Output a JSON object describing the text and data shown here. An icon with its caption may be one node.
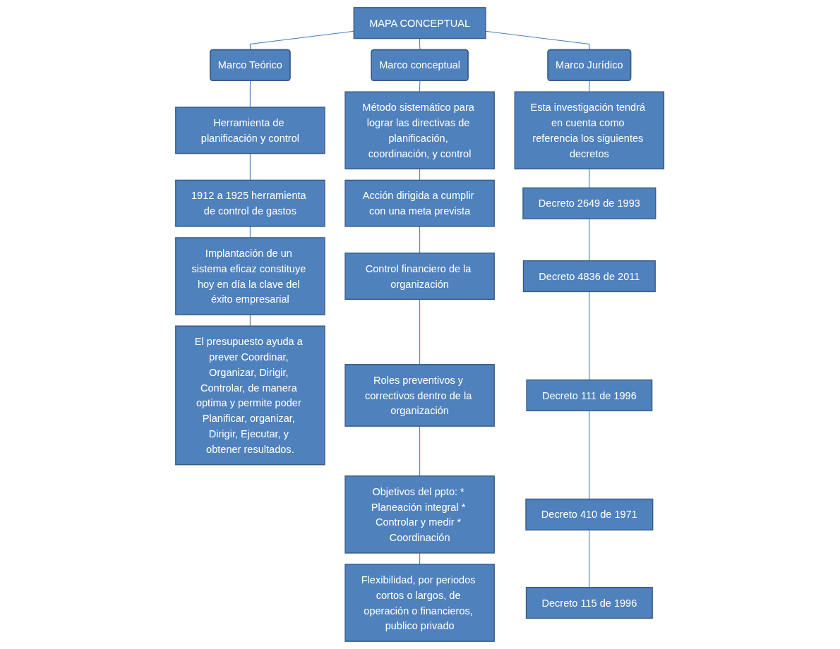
{
  "diagram": {
    "nodes": [
      {
        "text": [
          "MAPA CONCEPTUAL"
        ]
      },
      {
        "text": [
          "Marco Teórico"
        ]
      },
      {
        "text": [
          "Marco conceptual"
        ]
      },
      {
        "text": [
          "Marco Jurídico"
        ]
      },
      {
        "text": [
          "Herramienta de planificación y control"
        ]
      },
      {
        "text": [
          "1912 a 1925 herramienta de control de gastos"
        ]
      },
      {
        "text": [
          "Implantación de un sistema eficaz constituye hoy en día la clave del éxito empresarial"
        ]
      },
      {
        "text": [
          "El presupuesto ayuda a prever Coordinar, Organizar, Dirigir, Controlar, de manera optima y permite poder Planificar, organizar, Dirigir, Ejecutar, y obtener resultados."
        ]
      },
      {
        "text": [
          "Método sistemático para lograr las directivas de planificación, coordinación, y control"
        ]
      },
      {
        "text": [
          "Acción dirigida a cumplir con una meta prevista"
        ]
      },
      {
        "text": [
          "Control financiero de la organización"
        ]
      },
      {
        "text": [
          "Roles preventivos y correctivos dentro de la organización"
        ]
      },
      {
        "text": [
          "Objetivos del ppto: * Planeación integral * Controlar y medir * Coordinación"
        ]
      },
      {
        "text": [
          "Flexibilidad, por periodos cortos o largos, de operación o financieros, publico privado"
        ]
      },
      {
        "text": [
          "Esta investigación tendrá en cuenta como referencia los siguientes decretos"
        ]
      },
      {
        "text": [
          "Decreto 2649 de 1993"
        ]
      },
      {
        "text": [
          "Decreto 4836 de 2011"
        ]
      },
      {
        "text": [
          "Decreto 111 de 1996"
        ]
      },
      {
        "text": [
          "Decreto 410 de 1971"
        ]
      },
      {
        "text": [
          "Decreto 115 de 1996"
        ]
      }
    ],
    "edges": [
      {
        "from": 0,
        "to": 1,
        "arrow": "none"
      },
      {
        "from": 0,
        "to": 2,
        "arrow": "none"
      },
      {
        "from": 0,
        "to": 3,
        "arrow": "none"
      },
      {
        "from": 1,
        "to": 4,
        "arrow": "none"
      },
      {
        "from": 4,
        "to": 5,
        "arrow": "none"
      },
      {
        "from": 5,
        "to": 6,
        "arrow": "none"
      },
      {
        "from": 6,
        "to": 7,
        "arrow": "none"
      },
      {
        "from": 2,
        "to": 8,
        "arrow": "none"
      },
      {
        "from": 8,
        "to": 9,
        "arrow": "none"
      },
      {
        "from": 9,
        "to": 10,
        "arrow": "none"
      },
      {
        "from": 10,
        "to": 11,
        "arrow": "none"
      },
      {
        "from": 11,
        "to": 12,
        "arrow": "none"
      },
      {
        "from": 12,
        "to": 13,
        "arrow": "none"
      },
      {
        "from": 3,
        "to": 14,
        "arrow": "none"
      },
      {
        "from": 14,
        "to": 15,
        "arrow": "none"
      },
      {
        "from": 15,
        "to": 16,
        "arrow": "none"
      },
      {
        "from": 16,
        "to": 17,
        "arrow": "none"
      },
      {
        "from": 17,
        "to": 18,
        "arrow": "none"
      },
      {
        "from": 18,
        "to": 19,
        "arrow": "none"
      }
    ]
  }
}
